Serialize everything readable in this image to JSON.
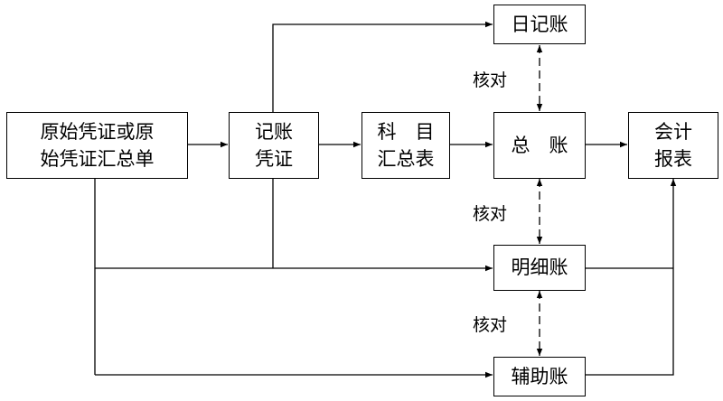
{
  "nodes": {
    "source": {
      "line1": "原始凭证或原",
      "line2": "始凭证汇总单"
    },
    "voucher": {
      "line1": "记账",
      "line2": "凭证"
    },
    "summary": {
      "line1": "科　目",
      "line2": "汇总表"
    },
    "journal": {
      "label": "日记账"
    },
    "general_ledger": {
      "label": "总　账"
    },
    "statements": {
      "line1": "会计",
      "line2": "报表"
    },
    "detail_ledger": {
      "label": "明细账"
    },
    "aux_ledger": {
      "label": "辅助账"
    }
  },
  "edge_labels": {
    "check_journal_ledger": "核对",
    "check_ledger_detail": "核对",
    "check_detail_aux": "核对"
  },
  "colors": {
    "line": "#000000",
    "background": "#ffffff"
  }
}
